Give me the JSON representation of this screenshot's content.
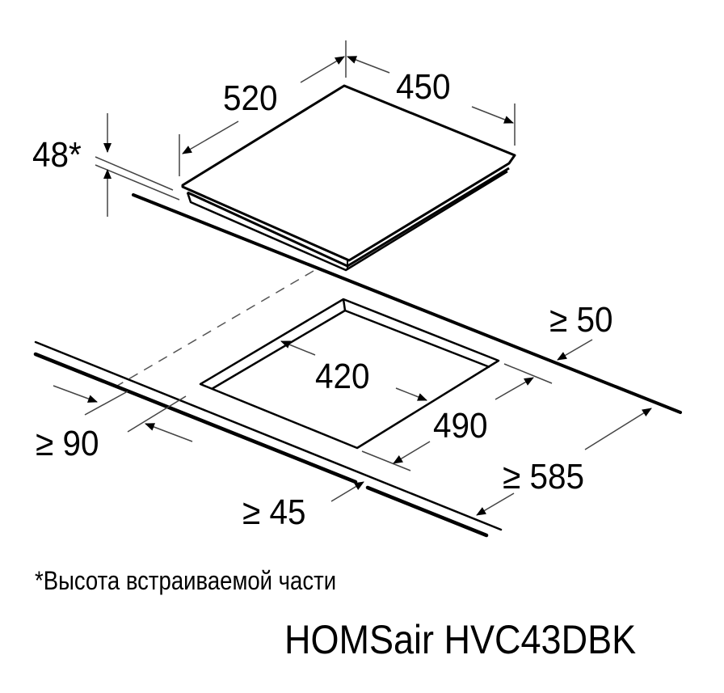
{
  "diagram": {
    "type": "installation-dimensions",
    "subject": "built-in hob cutout",
    "units": "mm",
    "dimensions": {
      "hob_depth": "520",
      "hob_width": "450",
      "built_in_height": "48*",
      "cutout_width": "420",
      "cutout_depth": "490",
      "back_clearance": "≥ 50",
      "side_clearance": "≥ 90",
      "front_clearance": "≥ 45",
      "worktop_depth": "≥ 585"
    },
    "footnote": "*Высота встраиваемой части",
    "model": "HOMSair HVC43DBK",
    "colors": {
      "line": "#000000",
      "dimension_line": "#444444",
      "dashed": "#555555",
      "background": "#ffffff"
    }
  }
}
